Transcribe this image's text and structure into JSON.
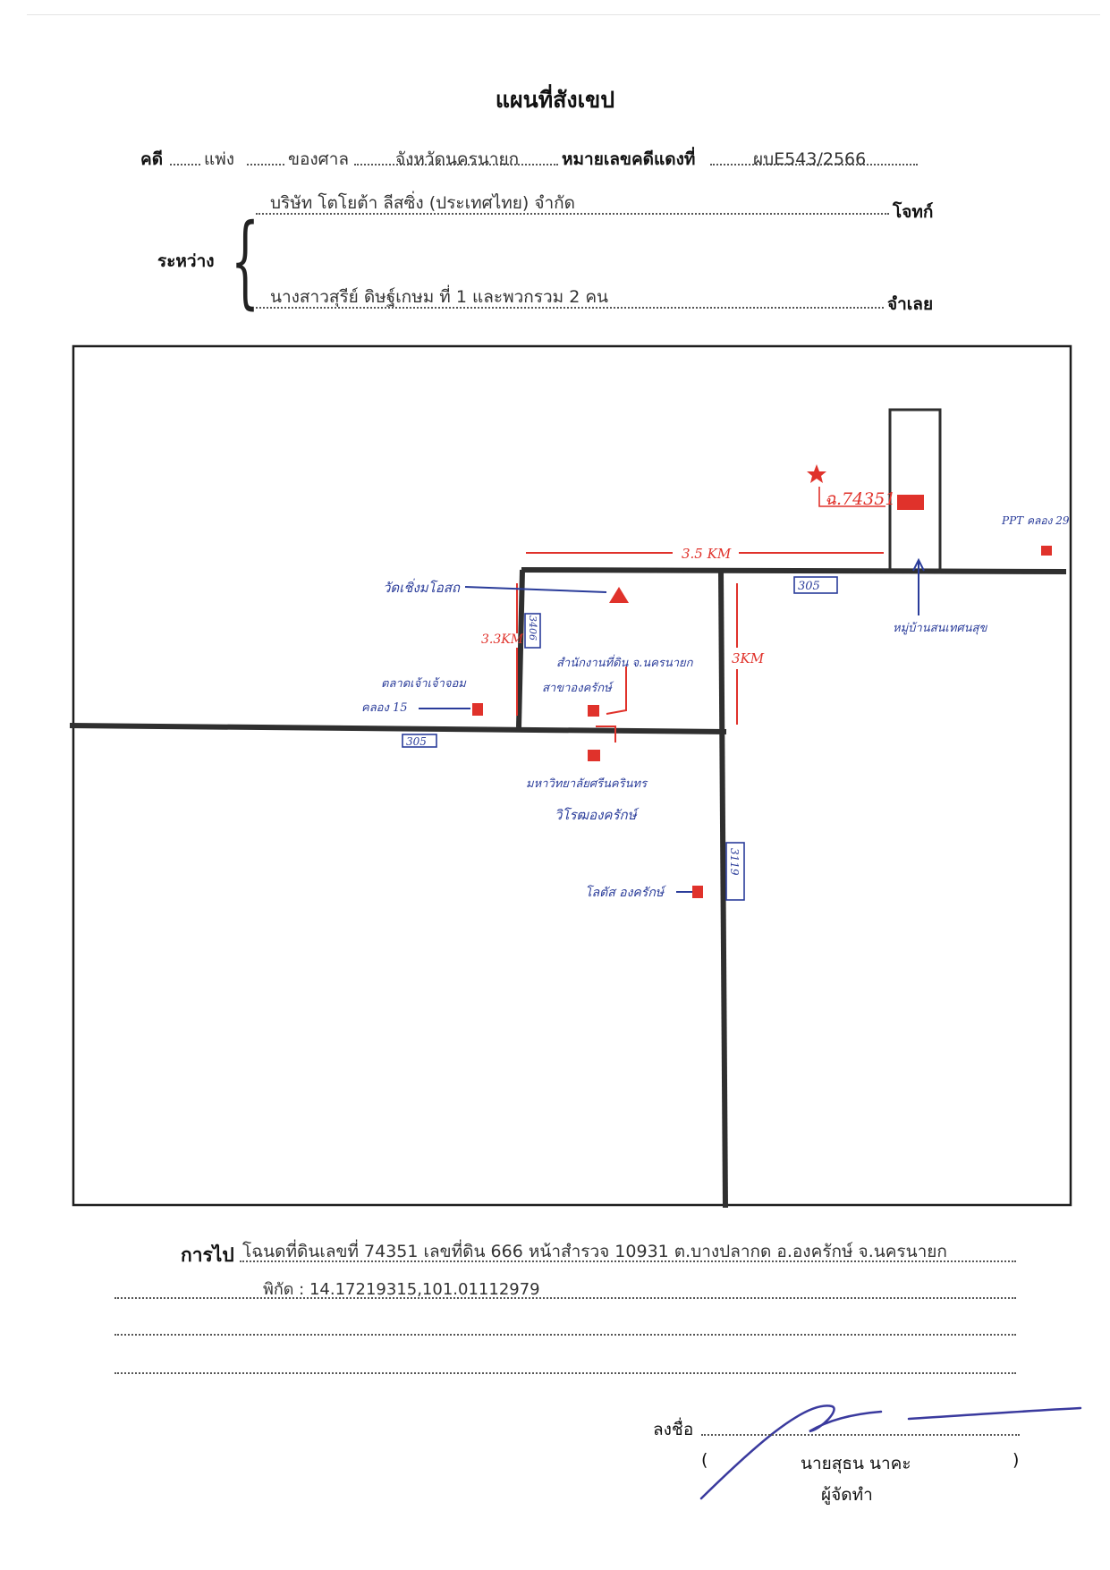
{
  "title": "แผนที่สังเขป",
  "case": {
    "label_case": "คดี",
    "case_type": "แพ่ง",
    "label_court": "ของศาล",
    "court": "จังหวัดนครนายก",
    "label_red_no": "หมายเลขคดีแดงที่",
    "red_no": "ผบE543/2566"
  },
  "parties": {
    "between_label": "ระหว่าง",
    "plaintiff": "บริษัท โตโยต้า ลีสซิ่ง (ประเทศไทย) จำกัด",
    "plaintiff_role": "โจทก์",
    "defendant": "นางสาวสุรีย์ ดิษฐ์เกษม ที่ 1 และพวกรวม 2 คน",
    "defendant_role": "จำเลย"
  },
  "map": {
    "title_deed": "ฉ.74351",
    "distance_top": "3.5 KM",
    "distance_left": "3.3KM",
    "distance_mid": "3KM",
    "road_305_top": "305",
    "road_305_left": "305",
    "road_3406": "3406",
    "road_3119": "3119",
    "ptt_label": "PPT คลอง 29",
    "village_label": "หมู่บ้านสนเทศนสุข",
    "temple_label": "วัดเชิ่งมโอสถ",
    "market_label_1": "ตลาดเจ้าเจ้าจอม",
    "market_label_2": "คลอง 15",
    "land_office_1": "สำนักงานที่ดิน จ.นครนายก",
    "land_office_2": "สาขาองครักษ์",
    "university_1": "มหาวิทยาลัยศรีนครินทร",
    "university_2": "วิโรฒองครักษ์",
    "lotus_label": "โลตัส องครักษ์",
    "colors": {
      "road": "#2f2f2f",
      "marker": "#e0322b",
      "label": "#2a3c9a"
    }
  },
  "directions": {
    "label": "การไป",
    "line1": "โฉนดที่ดินเลขที่ 74351  เลขที่ดิน 666  หน้าสำรวจ 10931 ต.บางปลากด อ.องครักษ์  จ.นครนายก",
    "line2": "พิกัด : 14.17219315,101.01112979"
  },
  "signature": {
    "sign_label": "ลงชื่อ",
    "open_paren": "(",
    "name": "นายสุธน  นาคะ",
    "close_paren": ")",
    "role": "ผู้จัดทำ"
  }
}
